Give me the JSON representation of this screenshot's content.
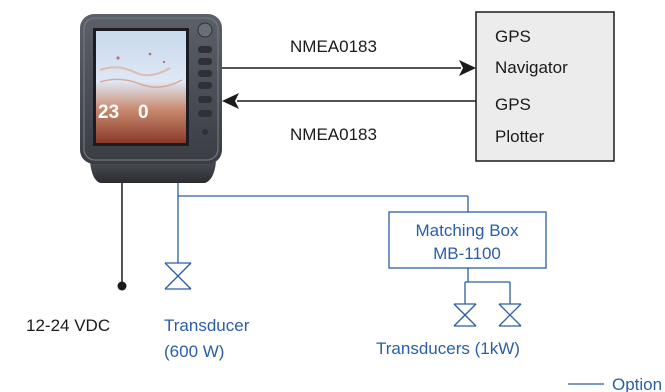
{
  "top_link_label": "NMEA0183",
  "bottom_link_label": "NMEA0183",
  "gps_box": {
    "line1": "GPS",
    "line2": "Navigator",
    "line3": "GPS",
    "line4": "Plotter"
  },
  "matching_box": {
    "line1": "Matching Box",
    "line2": "MB-1100"
  },
  "power_label": "12-24 VDC",
  "transducer_label": {
    "line1": "Transducer",
    "line2": "(600 W)"
  },
  "transducers_label": "Transducers (1kW)",
  "legend_label": "Option",
  "colors": {
    "option_line": "#2a5ea8",
    "standard_line": "#1a1a1a",
    "gps_box_fill": "#ececec"
  },
  "screen_reading": {
    "depth_left": "23",
    "depth_right": "0"
  }
}
